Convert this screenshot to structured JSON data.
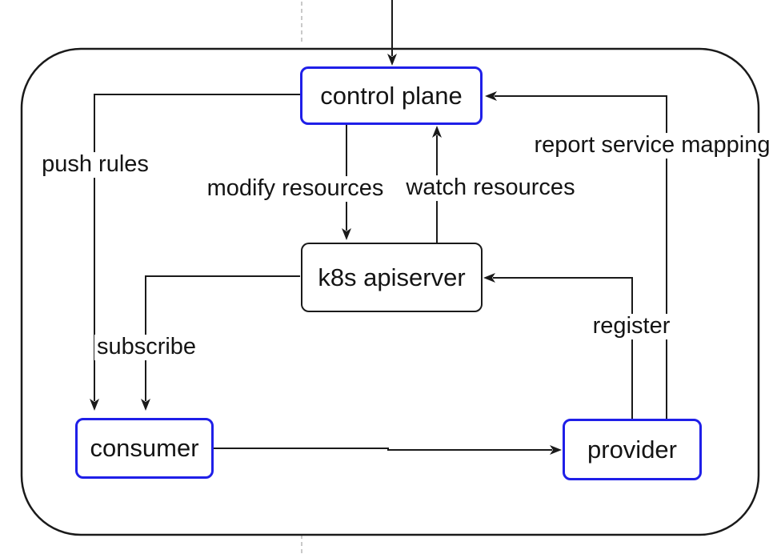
{
  "diagram": {
    "nodes": {
      "control_plane": {
        "label": "control plane"
      },
      "k8s_apiserver": {
        "label": "k8s apiserver"
      },
      "consumer": {
        "label": "consumer"
      },
      "provider": {
        "label": "provider"
      }
    },
    "edges": {
      "push_rules": {
        "label": "push rules"
      },
      "modify_resources": {
        "label": "modify resources"
      },
      "watch_resources": {
        "label": "watch resources"
      },
      "report_service_mapping": {
        "label": "report service mapping"
      },
      "subscribe": {
        "label": "subscribe"
      },
      "register": {
        "label": "register"
      }
    },
    "colors": {
      "node_accent_border": "#1f1fe8",
      "neutral_border": "#1a1a1a",
      "line": "#1a1a1a",
      "page_guide": "#c9c9c9",
      "background": "#ffffff"
    }
  }
}
